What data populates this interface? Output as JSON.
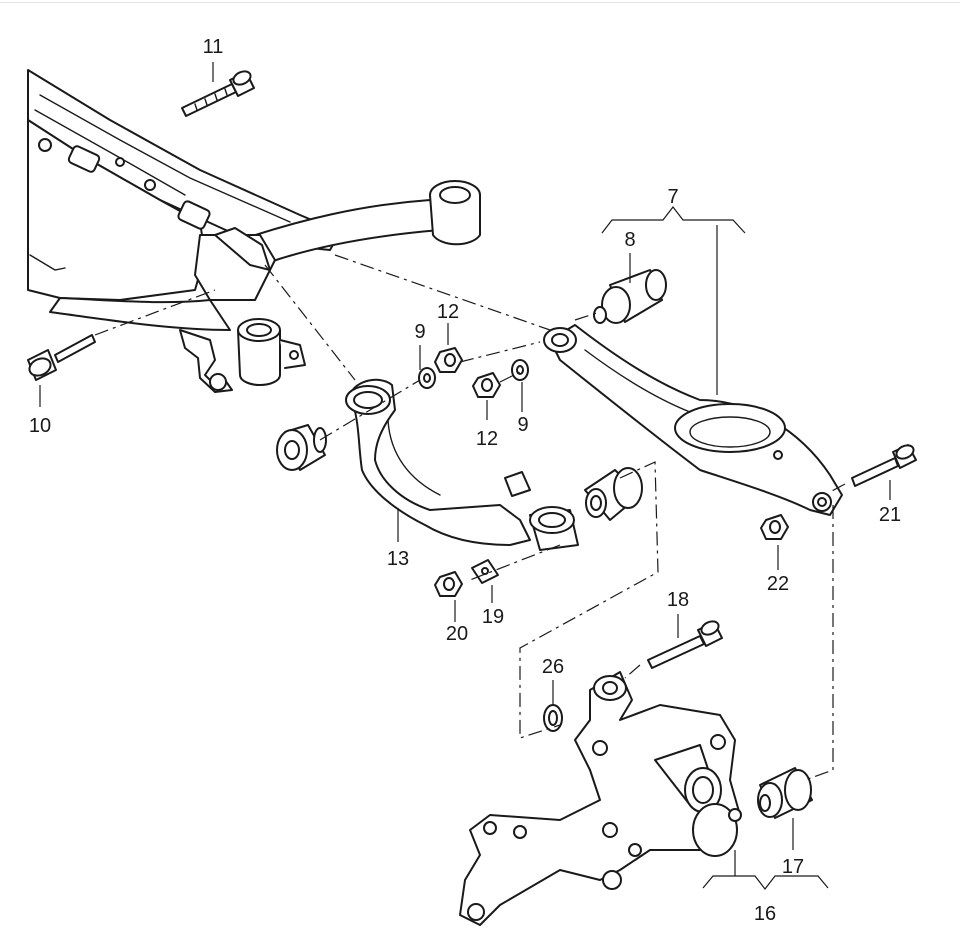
{
  "diagram": {
    "callouts": {
      "c7": "7",
      "c8": "8",
      "c9a": "9",
      "c9b": "9",
      "c10": "10",
      "c11": "11",
      "c12a": "12",
      "c12b": "12",
      "c13": "13",
      "c16": "16",
      "c17": "17",
      "c18": "18",
      "c19": "19",
      "c20": "20",
      "c21": "21",
      "c22": "22",
      "c26": "26"
    },
    "line_color": "#1a1a1a",
    "background": "#ffffff"
  }
}
